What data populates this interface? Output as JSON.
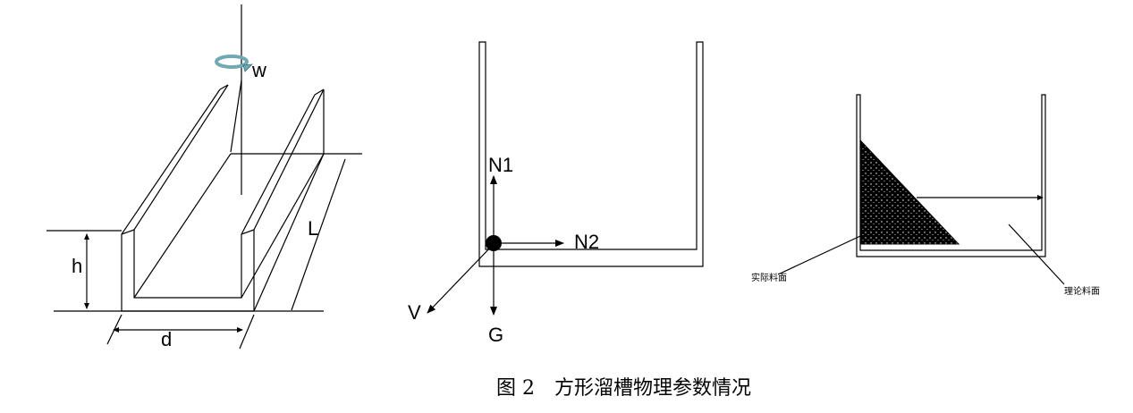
{
  "figure1": {
    "rotation_label": "w",
    "height_label": "h",
    "length_label": "L",
    "width_label": "d"
  },
  "figure2": {
    "n1_label": "N1",
    "n2_label": "N2",
    "v_label": "V",
    "g_label": "G"
  },
  "figure3": {
    "actual_surface_label": "实际料面",
    "theoretical_surface_label": "理论料面"
  },
  "caption": "图 2　方形溜槽物理参数情况",
  "colors": {
    "ink": "#000000",
    "rotation_arrow": "#6fa9b3"
  }
}
